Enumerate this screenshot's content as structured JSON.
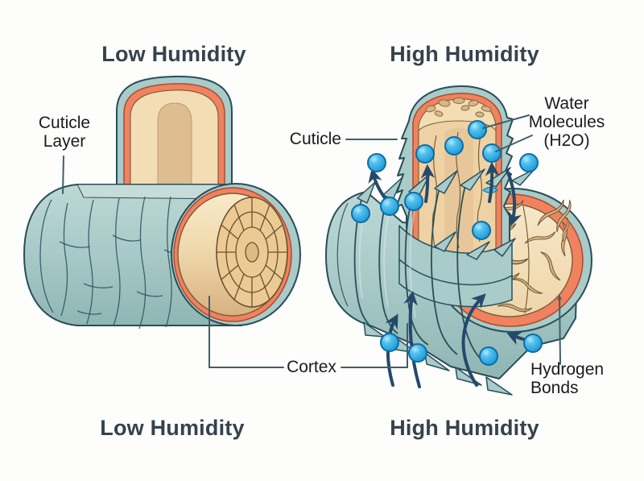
{
  "headings": {
    "low_top": "Low Humidity",
    "high_top": "High Humidity",
    "low_bottom": "Low Humidity",
    "high_bottom": "High Humidity"
  },
  "labels": {
    "cuticle_layer": "Cuticle\nLayer",
    "cuticle": "Cuticle",
    "water_molecules": "Water\nMolecules\n(H2O)",
    "cortex": "Cortex",
    "hydrogen_bonds": "Hydrogen\nBonds"
  },
  "colors": {
    "background": "#fdfdfc",
    "heading_text": "#36424c",
    "label_text": "#1b1b1d",
    "cuticle_teal": "#a9cbc9",
    "cuticle_teal_light": "#c6dcd9",
    "cuticle_outline": "#2a4d57",
    "cuticle_inner_orange": "#f0825f",
    "orange_outline": "#a84c2e",
    "cortex_cream": "#f3ddb4",
    "cortex_tan_dark": "#d8b384",
    "cortex_cells": "#ecca93",
    "medulla_tan": "#dfbd92",
    "cell_outline": "#6b5230",
    "texture_line": "#2e5863",
    "water_blue": "#2aabe4",
    "water_blue_dark": "#0e6da4",
    "arrow_navy": "#25496b",
    "leader_line": "#3f5f6a"
  }
}
